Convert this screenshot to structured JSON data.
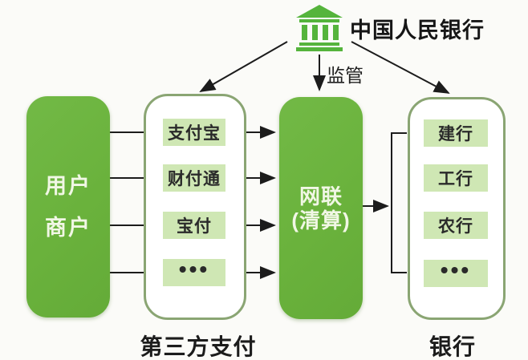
{
  "header": {
    "icon": "bank-building-icon",
    "title": "中国人民银行"
  },
  "supervision": {
    "label": "监管"
  },
  "left_box": {
    "lines": [
      "用户",
      "商户"
    ]
  },
  "third_party": {
    "items": [
      "支付宝",
      "财付通",
      "宝付",
      "•••"
    ],
    "label": "第三方支付"
  },
  "clearing_box": {
    "lines": [
      "网联",
      "(清算)"
    ]
  },
  "banks": {
    "items": [
      "建行",
      "工行",
      "农行",
      "•••"
    ],
    "label": "银行"
  },
  "colors": {
    "box_green": "#6ab23c",
    "icon_green": "#55b43c",
    "item_light_green": "#cfe7b4",
    "outline_green": "#8aa573",
    "line_black": "#1c1c1c",
    "background": "#fbfbf8",
    "box_text": "#f1f7e5"
  }
}
